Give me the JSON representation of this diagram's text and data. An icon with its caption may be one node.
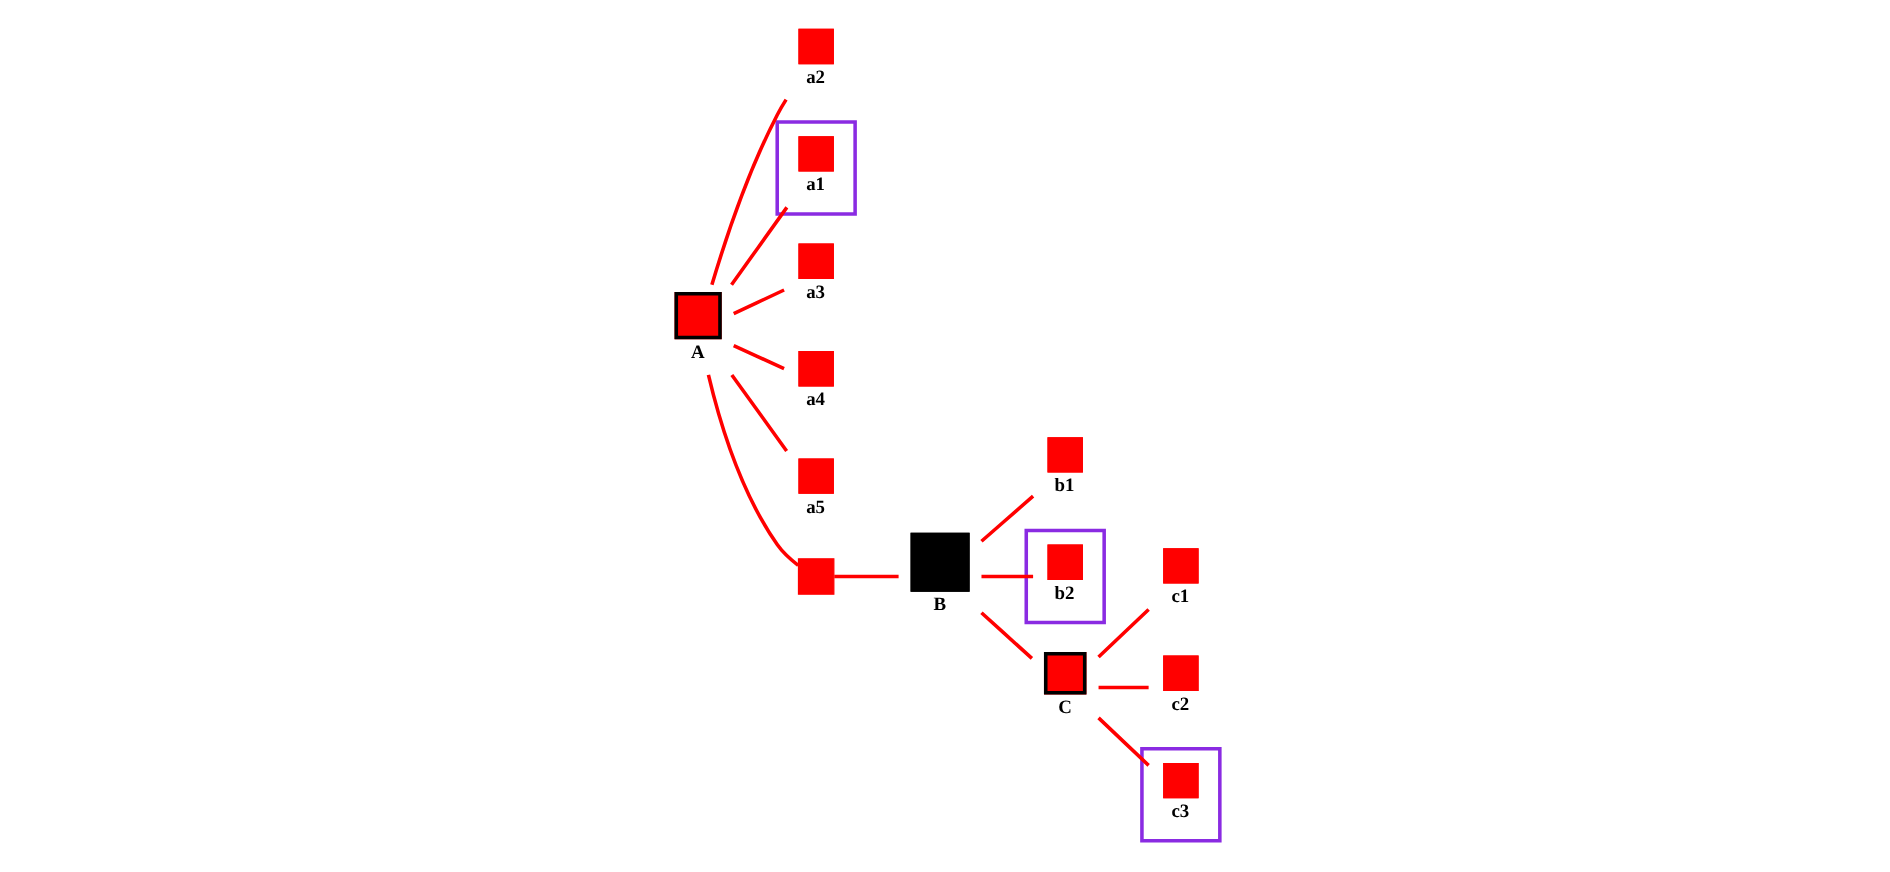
{
  "diagram": {
    "nodes": [
      {
        "text": [
          "a2"
        ]
      },
      {
        "text": [],
        "shape": "box"
      },
      {
        "text": [
          "a1"
        ],
        "in": 1
      },
      {
        "text": [
          "a3"
        ]
      },
      {
        "text": [
          "A"
        ]
      },
      {
        "text": [
          "a4"
        ]
      },
      {
        "text": [
          "a5"
        ]
      },
      {
        "text": [],
        "shape": "box"
      },
      {
        "text": [
          "b1"
        ]
      },
      {
        "text": [],
        "shape": "box"
      },
      {
        "text": [
          "b2"
        ],
        "in": 9
      },
      {
        "text": [
          "B"
        ]
      },
      {
        "text": [
          "c1"
        ]
      },
      {
        "text": [
          "C"
        ]
      },
      {
        "text": [
          "c2"
        ]
      },
      {
        "text": [],
        "shape": "box"
      },
      {
        "text": [
          "c3"
        ],
        "in": 15
      }
    ],
    "edges": [
      {
        "from": 4,
        "to": 0,
        "arrow": "none"
      },
      {
        "from": 4,
        "to": 2,
        "arrow": "none"
      },
      {
        "from": 4,
        "to": 3,
        "arrow": "none"
      },
      {
        "from": 4,
        "to": 5,
        "arrow": "none"
      },
      {
        "from": 4,
        "to": 6,
        "arrow": "none"
      },
      {
        "from": 4,
        "to": 7,
        "arrow": "none"
      },
      {
        "from": 7,
        "to": 11,
        "arrow": "none"
      },
      {
        "from": 11,
        "to": 8,
        "arrow": "none"
      },
      {
        "from": 11,
        "to": 10,
        "arrow": "none"
      },
      {
        "from": 11,
        "to": 13,
        "arrow": "none"
      },
      {
        "from": 13,
        "to": 12,
        "arrow": "none"
      },
      {
        "from": 13,
        "to": 14,
        "arrow": "none"
      },
      {
        "from": 13,
        "to": 16,
        "arrow": "none"
      }
    ]
  }
}
